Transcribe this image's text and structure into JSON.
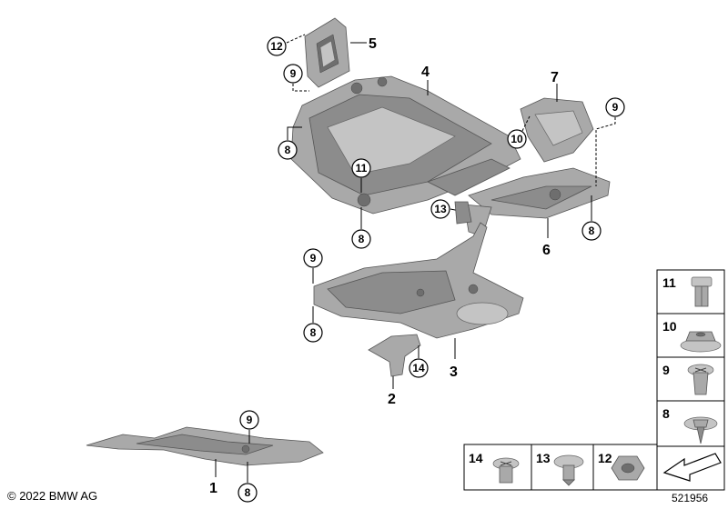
{
  "callouts": {
    "p1": "1",
    "p2": "2",
    "p3": "3",
    "p4": "4",
    "p5": "5",
    "p6": "6",
    "p7": "7",
    "c12_top": "12",
    "c9_top": "9",
    "c8_left": "8",
    "c11": "11",
    "c8_mid": "8",
    "c10": "10",
    "c9_right": "9",
    "c13": "13",
    "c8_right": "8",
    "c9_mid": "9",
    "c8_low": "8",
    "c14_mid": "14",
    "c9_bottom": "9",
    "c8_bottom": "8"
  },
  "legend": {
    "k11": "11",
    "k10": "10",
    "k9": "9",
    "k8": "8",
    "k14": "14",
    "k13": "13",
    "k12": "12"
  },
  "footer": {
    "copyright": "© 2022 BMW AG",
    "image_number": "521956"
  }
}
